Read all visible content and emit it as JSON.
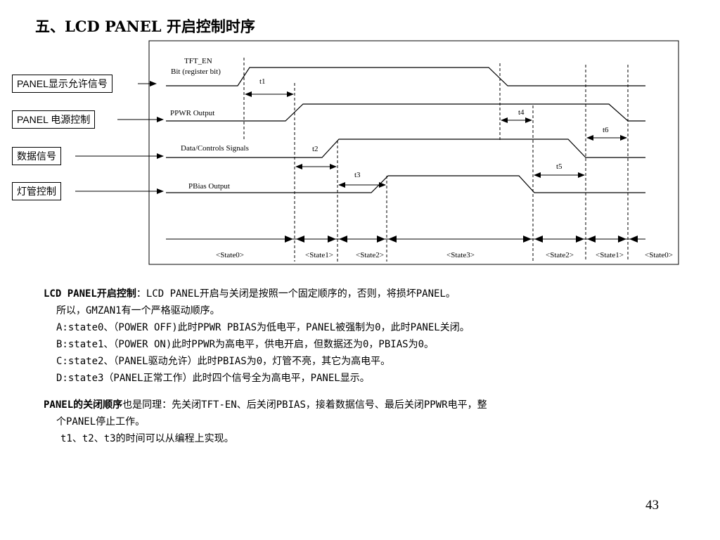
{
  "title": "五、LCD PANEL 开启控制时序",
  "side_boxes": [
    "PANEL显示允许信号",
    "PANEL 电源控制",
    "数据信号",
    "灯管控制"
  ],
  "signals": {
    "tft_en_line1": "TFT_EN",
    "tft_en_line2": "Bit (register bit)",
    "ppwr": "PPWR Output",
    "data": "Data/Controls Signals",
    "pbias": "PBias Output"
  },
  "timings": [
    "t1",
    "t2",
    "t3",
    "t4",
    "t5",
    "t6"
  ],
  "states": [
    "<State0>",
    "<State1>",
    "<State2>",
    "<State3>",
    "<State2>",
    "<State1>",
    "<State0>"
  ],
  "text": {
    "p1_bold": "LCD PANEL开启控制",
    "p1_rest": "：LCD PANEL开启与关闭是按照一个固定顺序的，否则，将损坏PANEL。",
    "p2": "所以，GMZAN1有一个严格驱动顺序。",
    "p3": "A:state0、（POWER OFF)此时PPWR PBIAS为低电平，PANEL被强制为0，此时PANEL关闭。",
    "p4": "B:state1、（POWER ON)此时PPWR为高电平，供电开启，但数据还为0，PBIAS为0。",
    "p5": "C:state2、（PANEL驱动允许）此时PBIAS为0，灯管不亮，其它为高电平。",
    "p6": "D:state3（PANEL正常工作）此时四个信号全为高电平，PANEL显示。",
    "p7_bold": "PANEL的关闭顺序",
    "p7_rest": "也是同理：先关闭TFT-EN、后关闭PBIAS，接着数据信号、最后关闭PPWR电平，整",
    "p8": "个PANEL停止工作。",
    "p9": "t1、t2、t3的时间可以从编程上实现。"
  },
  "page_number": "43"
}
